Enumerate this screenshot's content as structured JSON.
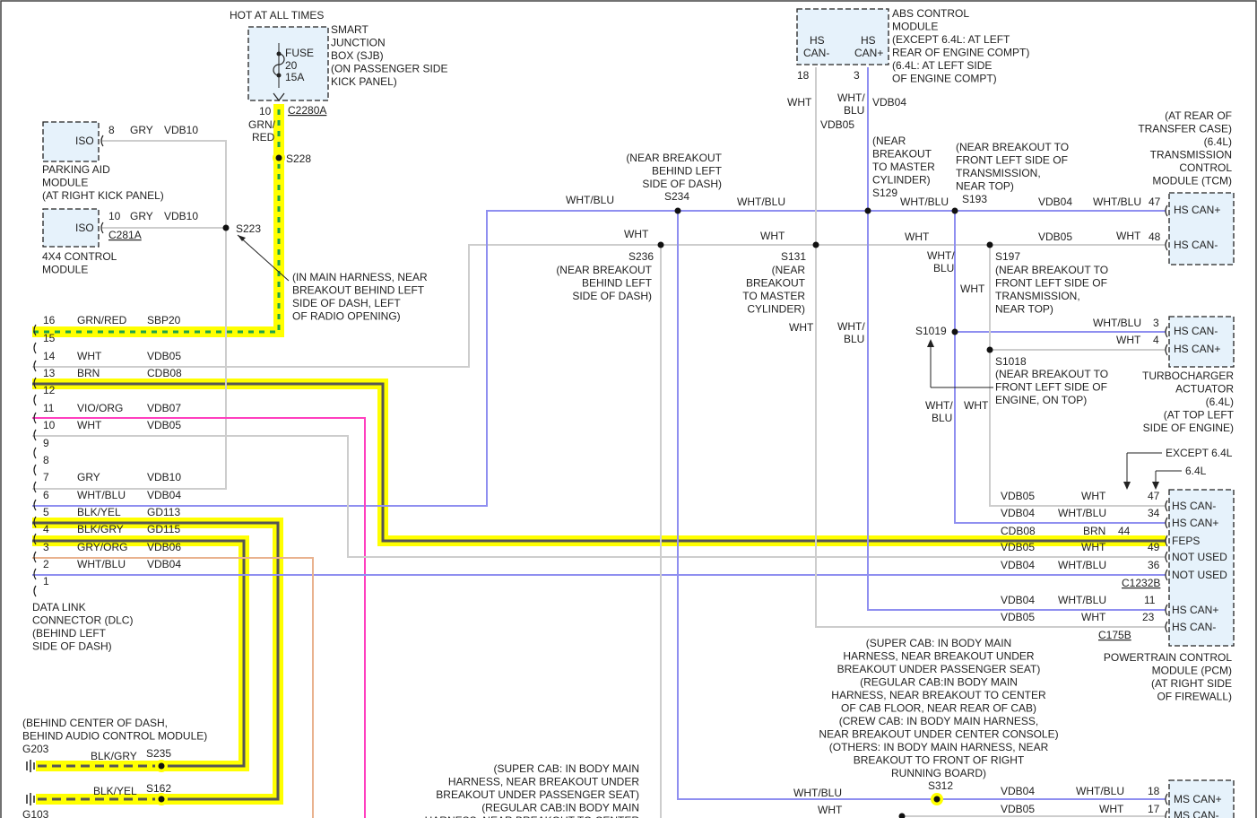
{
  "colors": {
    "highlight": "#ffff00",
    "wire_blue": "#8f8ff0",
    "wire_gray": "#cdcdcd",
    "wire_pink": "#ff3fbf",
    "wire_peach": "#e9b28f",
    "wire_green": "#1ea34a",
    "wire_dark": "#555555",
    "wire_brown": "#555555",
    "box_fill": "#e6f2fb"
  },
  "header": {
    "hot_at_all_times": "HOT AT ALL TIMES"
  },
  "sjb": {
    "name": [
      "SMART",
      "JUNCTION",
      "BOX (SJB)",
      "(ON PASSENGER SIDE",
      "KICK PANEL)"
    ],
    "fuse": [
      "FUSE",
      "20",
      "15A"
    ],
    "pin": "10",
    "connector": "C2280A",
    "wire_color": [
      "GRN/",
      "RED"
    ],
    "splice": "S228"
  },
  "parking_aid": {
    "iso": "ISO",
    "pin": "8",
    "color": "GRY",
    "circuit": "VDB10",
    "name": [
      "PARKING AID",
      "MODULE",
      "(AT RIGHT KICK PANEL)"
    ]
  },
  "x4_module": {
    "iso": "ISO",
    "pin": "10",
    "color": "GRY",
    "circuit": "VDB10",
    "connector": "C281A",
    "name": [
      "4X4 CONTROL",
      "MODULE"
    ]
  },
  "s223": {
    "label": "S223",
    "note": [
      "(IN MAIN HARNESS, NEAR",
      "BREAKOUT BEHIND LEFT",
      "SIDE OF DASH, LEFT",
      "OF RADIO OPENING)"
    ]
  },
  "abs": {
    "can_minus": [
      "HS",
      "CAN-"
    ],
    "can_plus": [
      "HS",
      "CAN+"
    ],
    "pin_minus": "18",
    "pin_plus": "3",
    "name": [
      "ABS CONTROL",
      "MODULE",
      "(EXCEPT 6.4L: AT LEFT",
      "REAR OF ENGINE COMPT)",
      "(6.4L: AT LEFT SIDE",
      "OF ENGINE COMPT)"
    ],
    "wire_minus_color": "WHT",
    "wire_minus_circuit": "VDB05",
    "wire_plus_color": [
      "WHT/",
      "BLU"
    ],
    "wire_plus_circuit": "VDB04"
  },
  "s234": {
    "label": "S234",
    "note": [
      "(NEAR BREAKOUT",
      "BEHIND LEFT",
      "SIDE OF DASH)"
    ]
  },
  "s129": {
    "label": "S129",
    "note": [
      "(NEAR",
      "BREAKOUT",
      "TO MASTER",
      "CYLINDER)"
    ]
  },
  "s193": {
    "label": "S193",
    "note": [
      "(NEAR BREAKOUT TO",
      "FRONT LEFT SIDE OF",
      "TRANSMISSION,",
      "NEAR TOP)"
    ]
  },
  "s236": {
    "label": "S236",
    "note": [
      "(NEAR BREAKOUT",
      "BEHIND LEFT",
      "SIDE OF DASH)"
    ]
  },
  "s131": {
    "label": "S131",
    "note": [
      "(NEAR",
      "BREAKOUT",
      "TO MASTER",
      "CYLINDER)"
    ]
  },
  "s197": {
    "label": "S197",
    "note": [
      "(NEAR BREAKOUT TO",
      "FRONT LEFT SIDE OF",
      "TRANSMISSION,",
      "NEAR TOP)"
    ]
  },
  "s1019": {
    "label": "S1019"
  },
  "s1018": {
    "label": "S1018",
    "note": [
      "(NEAR BREAKOUT TO",
      "FRONT LEFT SIDE OF",
      "ENGINE, ON TOP)"
    ]
  },
  "tcm": {
    "name": [
      "(AT REAR OF",
      "TRANSFER CASE)",
      "(6.4L)",
      "TRANSMISSION",
      "CONTROL",
      "MODULE (TCM)"
    ],
    "pins": [
      {
        "pin": "47",
        "label": "HS CAN+",
        "color": "WHT/BLU",
        "circuit": "VDB04"
      },
      {
        "pin": "48",
        "label": "HS CAN-",
        "color": "WHT",
        "circuit": "VDB05"
      }
    ]
  },
  "turbo": {
    "name": [
      "TURBOCHARGER",
      "ACTUATOR",
      "(6.4L)",
      "(AT TOP LEFT",
      "SIDE OF ENGINE)"
    ],
    "pins": [
      {
        "pin": "3",
        "label": "HS CAN-",
        "color": "WHT/BLU"
      },
      {
        "pin": "4",
        "label": "HS CAN+",
        "color": "WHT"
      }
    ]
  },
  "pcm": {
    "except": "EXCEPT 6.4L",
    "v64": "6.4L",
    "connector1": "C1232B",
    "connector2": "C175B",
    "name": [
      "POWERTRAIN CONTROL",
      "MODULE (PCM)",
      "(AT RIGHT SIDE",
      "OF FIREWALL)"
    ],
    "pins": [
      {
        "pin": "47",
        "label": "HS CAN-",
        "color": "WHT",
        "circuit": "VDB05"
      },
      {
        "pin": "34",
        "label": "HS CAN+",
        "color": "WHT/BLU",
        "circuit": "VDB04"
      },
      {
        "pin": "44",
        "label": "FEPS",
        "color": "BRN",
        "circuit": "CDB08"
      },
      {
        "pin": "49",
        "label": "NOT USED",
        "color": "WHT",
        "circuit": "VDB05"
      },
      {
        "pin": "36",
        "label": "NOT USED",
        "color": "WHT/BLU",
        "circuit": "VDB04"
      },
      {
        "pin": "11",
        "label": "HS CAN+",
        "color": "WHT/BLU",
        "circuit": "VDB04"
      },
      {
        "pin": "23",
        "label": "HS CAN-",
        "color": "WHT",
        "circuit": "VDB05"
      }
    ]
  },
  "dlc": {
    "name": [
      "DATA LINK",
      "CONNECTOR (DLC)",
      "(BEHIND LEFT",
      "SIDE OF DASH)"
    ],
    "pins": [
      {
        "pin": "16",
        "color": "GRN/RED",
        "circuit": "SBP20"
      },
      {
        "pin": "15",
        "color": "",
        "circuit": ""
      },
      {
        "pin": "14",
        "color": "WHT",
        "circuit": "VDB05"
      },
      {
        "pin": "13",
        "color": "BRN",
        "circuit": "CDB08"
      },
      {
        "pin": "12",
        "color": "",
        "circuit": ""
      },
      {
        "pin": "11",
        "color": "VIO/ORG",
        "circuit": "VDB07"
      },
      {
        "pin": "10",
        "color": "WHT",
        "circuit": "VDB05"
      },
      {
        "pin": "9",
        "color": "",
        "circuit": ""
      },
      {
        "pin": "8",
        "color": "",
        "circuit": ""
      },
      {
        "pin": "7",
        "color": "GRY",
        "circuit": "VDB10"
      },
      {
        "pin": "6",
        "color": "WHT/BLU",
        "circuit": "VDB04"
      },
      {
        "pin": "5",
        "color": "BLK/YEL",
        "circuit": "GD113"
      },
      {
        "pin": "4",
        "color": "BLK/GRY",
        "circuit": "GD115"
      },
      {
        "pin": "3",
        "color": "GRY/ORG",
        "circuit": "VDB06"
      },
      {
        "pin": "2",
        "color": "WHT/BLU",
        "circuit": "VDB04"
      },
      {
        "pin": "1",
        "color": "",
        "circuit": ""
      }
    ]
  },
  "grounds": {
    "note": [
      "(BEHIND CENTER OF DASH,",
      "BEHIND AUDIO CONTROL MODULE)"
    ],
    "g203": "G203",
    "g203_color": "BLK/GRY",
    "s235": "S235",
    "g103": "G103",
    "g103_color": "BLK/YEL",
    "s162": "S162"
  },
  "s312": {
    "label": "S312",
    "note": [
      "(SUPER CAB: IN BODY MAIN",
      "HARNESS, NEAR BREAKOUT UNDER",
      "BREAKOUT UNDER PASSENGER SEAT)",
      "(REGULAR CAB:IN BODY MAIN",
      "HARNESS, NEAR BREAKOUT TO CENTER",
      "OF CAB FLOOR, NEAR REAR OF CAB)",
      "(CREW CAB: IN BODY MAIN HARNESS,",
      "NEAR BREAKOUT UNDER CENTER CONSOLE)",
      "(OTHERS: IN BODY MAIN HARNESS, NEAR",
      "BREAKOUT TO FRONT OF RIGHT",
      "RUNNING BOARD)"
    ]
  },
  "bottom_note": [
    "(SUPER CAB: IN BODY MAIN",
    "HARNESS, NEAR BREAKOUT UNDER",
    "BREAKOUT UNDER PASSENGER SEAT)",
    "(REGULAR CAB:IN BODY MAIN",
    "HARNESS, NEAR BREAKOUT TO CENTER"
  ],
  "bottom_wires": {
    "blu_color": "WHT/BLU",
    "wht_color": "WHT"
  },
  "ms_can": {
    "pins": [
      {
        "pin": "18",
        "label": "MS CAN+",
        "color": "WHT/BLU",
        "circuit": "VDB04"
      },
      {
        "pin": "17",
        "label": "MS CAN-",
        "color": "WHT",
        "circuit": "VDB05"
      }
    ]
  },
  "wire_labels": {
    "wht_blu": "WHT/BLU",
    "wht": "WHT",
    "wht_blu_stack": [
      "WHT/",
      "BLU"
    ],
    "vdb04": "VDB04",
    "vdb05": "VDB05"
  }
}
